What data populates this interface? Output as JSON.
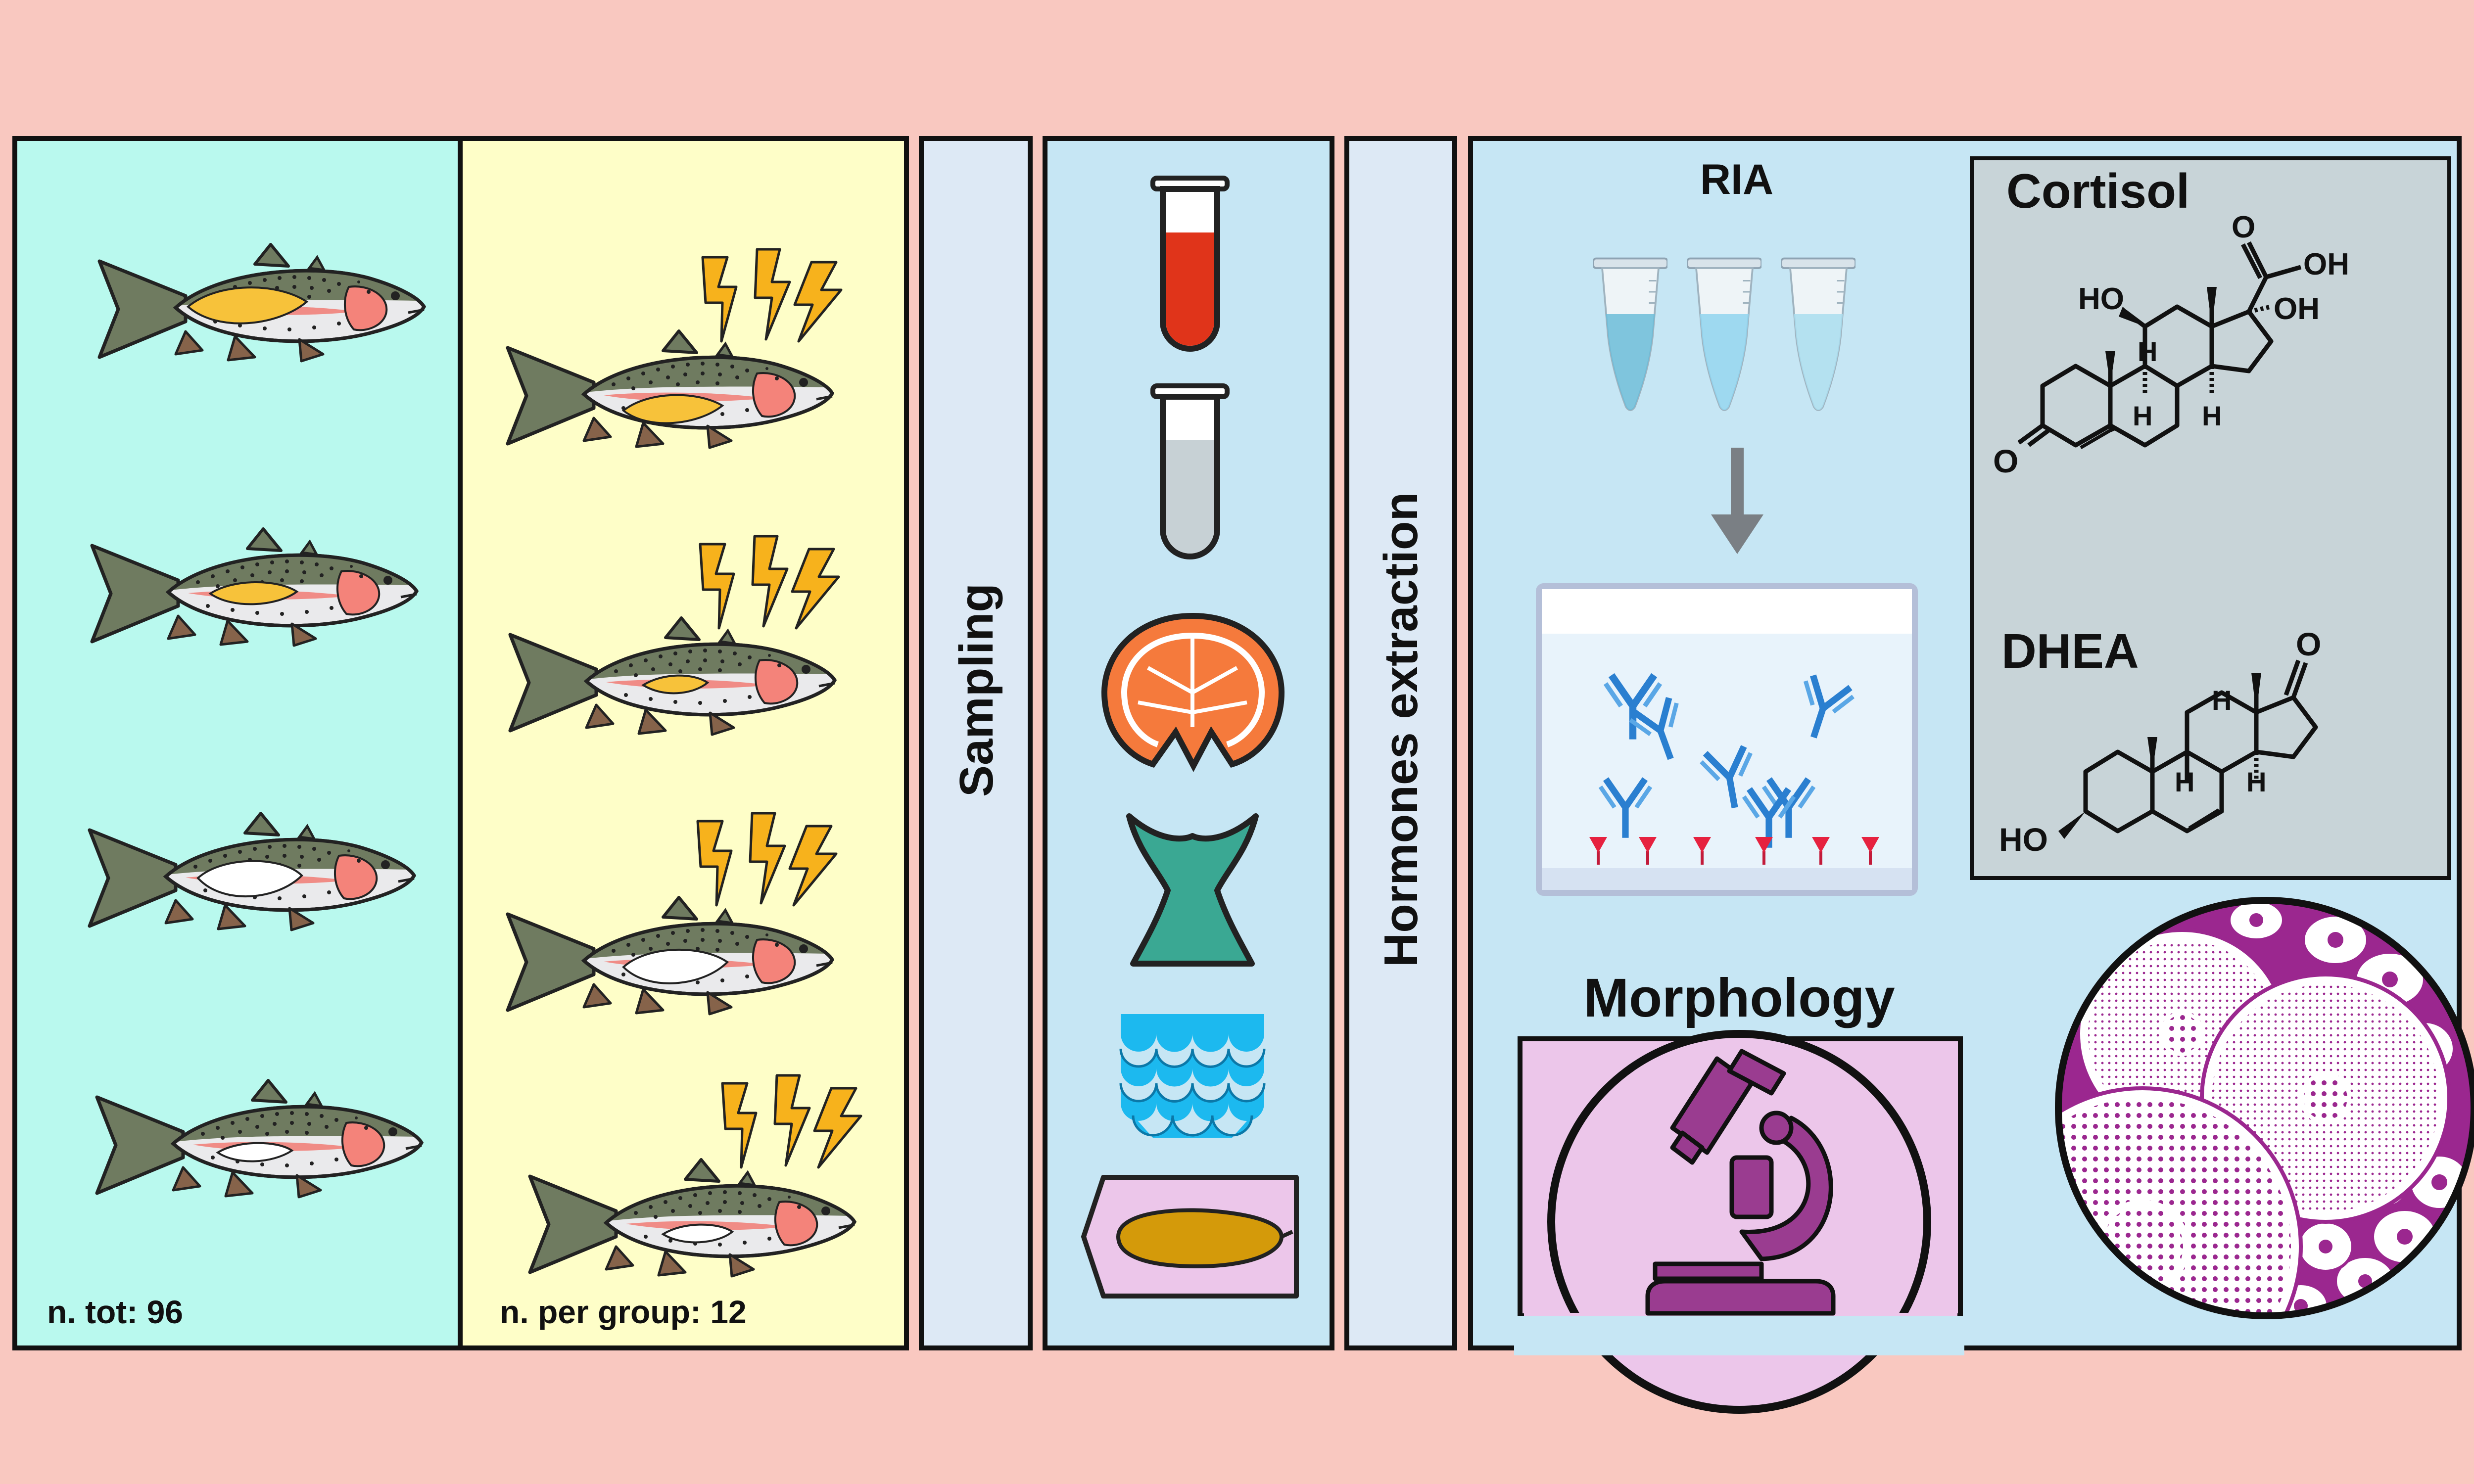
{
  "colors": {
    "background": "#f9c8c0",
    "control_panel": "#b9f9ee",
    "stress_panel": "#fefec8",
    "light_blue_panel": "#c6e6f4",
    "sampling_panel": "#dde9f5",
    "hormone_box": "#c8d4d8",
    "morphology_box": "#ecc6ea",
    "blood": "#e0341a",
    "salmon": "#f57a3c",
    "fin": "#3aa893",
    "scales": "#1cb9ef",
    "gonad": "#d9a10e",
    "microscope": "#9a3c90",
    "histology": "#9b278f",
    "bolt": "#f7b21c"
  },
  "panels": {
    "control": {
      "count_label": "n. tot: 96",
      "fish_gonad_colors": [
        "#f7c23a",
        "#f7c23a",
        "#ffffff",
        "#ffffff"
      ]
    },
    "stress": {
      "count_label": "n. per group: 12",
      "fish_gonad_colors": [
        "#f7c23a",
        "#f7c23a",
        "#ffffff",
        "#ffffff"
      ]
    },
    "sampling": {
      "label": "Sampling"
    },
    "samples": {
      "icons": [
        "blood-tube-icon",
        "plasma-tube-icon",
        "fish-steak-icon",
        "tail-fin-icon",
        "fish-scales-icon",
        "gonad-cassette-icon"
      ]
    },
    "extraction": {
      "label": "Hormones extraction"
    },
    "analysis": {
      "ria_label": "RIA",
      "morphology_label": "Morphology",
      "hormones": [
        {
          "name": "Cortisol",
          "atom_labels": [
            "O",
            "OH",
            "HO",
            "OH",
            "O",
            "H",
            "H",
            "H"
          ]
        },
        {
          "name": "DHEA",
          "atom_labels": [
            "O",
            "H",
            "H",
            "H",
            "HO"
          ]
        }
      ]
    }
  }
}
